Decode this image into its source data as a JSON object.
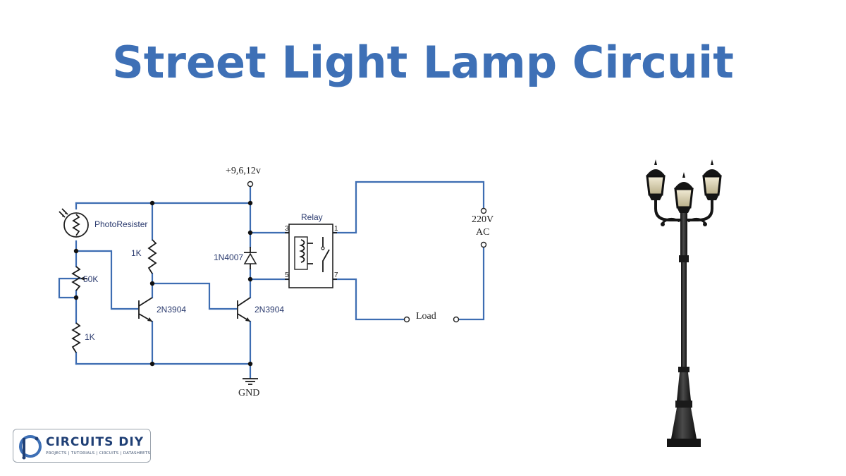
{
  "title": "Street Light Lamp Circuit",
  "circuit": {
    "supply_label": "+9,6,12v",
    "photoresistor_label": "PhotoResister",
    "pot_label": "50K",
    "r_bottom_label": "1K",
    "r_collector_label": "1K",
    "transistor1_label": "2N3904",
    "transistor2_label": "2N3904",
    "diode_label": "1N4007",
    "relay_label": "Relay",
    "relay_pins": [
      "3",
      "5",
      "1",
      "7"
    ],
    "ac_voltage_label": "220V",
    "ac_type_label": "AC",
    "load_label": "Load",
    "ground_label": "GND"
  },
  "logo": {
    "name": "CIRCUITS DIY",
    "tagline": "PROJECTS | TUTORIALS | CIRCUITS | DATASHEETS"
  },
  "colors": {
    "title": "#3e70b6",
    "wire": "#3d6db2",
    "logo_text": "#1f3f75"
  }
}
